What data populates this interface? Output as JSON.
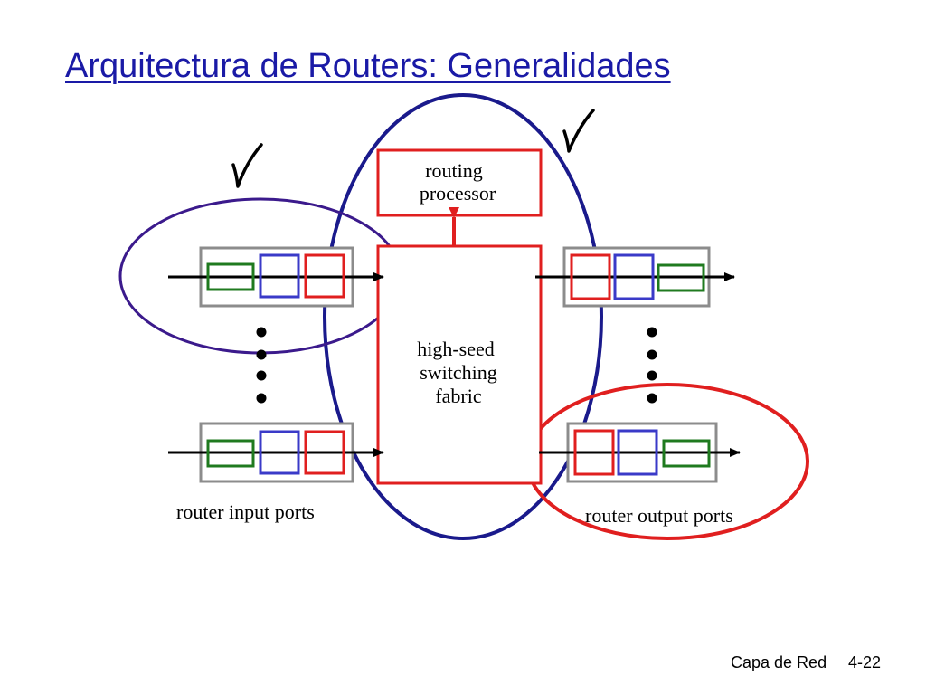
{
  "slide": {
    "title": "Arquitectura de Routers: Generalidades",
    "footer": {
      "chapter": "Capa de Red",
      "page": "4-22"
    }
  },
  "diagram": {
    "routing_processor": {
      "line1": "routing",
      "line2": "processor"
    },
    "switching_fabric": {
      "line1": "high-seed",
      "line2": "switching",
      "line3": "fabric"
    },
    "input_ports_label": "router input ports",
    "output_ports_label": "router output ports",
    "checkmark_icon": "checkmark-icon",
    "colors": {
      "title": "#1a1aa6",
      "switch_ellipse": "#1a1a8c",
      "input_ellipse": "#3b1a8c",
      "output_ellipse": "#e01f1f",
      "red": "#e01f1f",
      "blue": "#3a3ac8",
      "green": "#1f7a1f",
      "port_box": "#8c8c8c"
    }
  }
}
